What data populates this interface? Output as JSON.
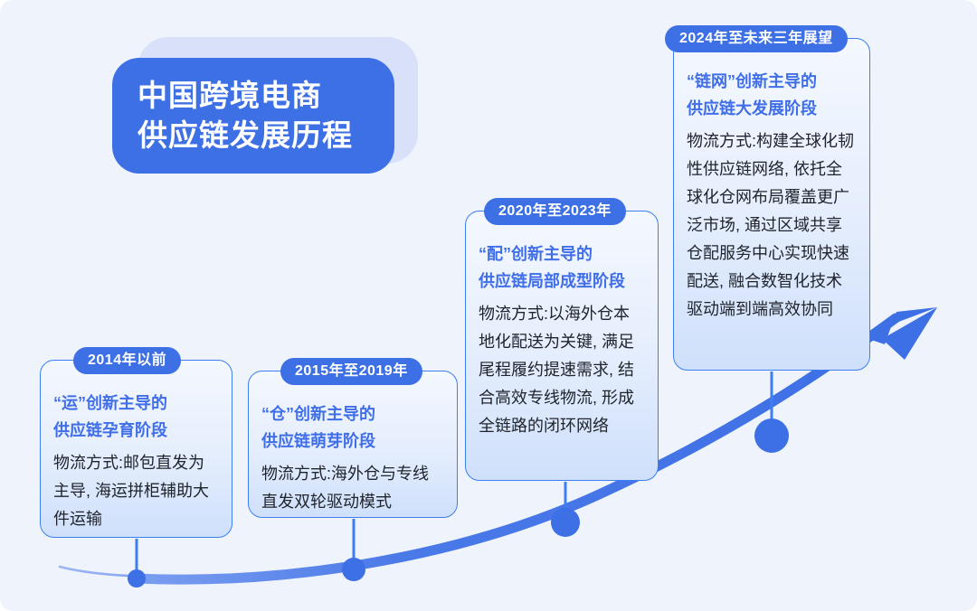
{
  "background_color": "#eff4fc",
  "accent_color": "#3d6fe5",
  "heading_color": "#3f6ee8",
  "title": {
    "line1": "中国跨境电商",
    "line2": "供应链发展历程"
  },
  "timeline": {
    "arrow_name": "growth-arrow",
    "stages": [
      {
        "badge": "2014年以前",
        "heading_line1": "“运”创新主导的",
        "heading_line2": "供应链孕育阶段",
        "body": "物流方式:邮包直发为主导, 海运拼柜辅助大件运输"
      },
      {
        "badge": "2015年至2019年",
        "heading_line1": "“仓”创新主导的",
        "heading_line2": "供应链萌芽阶段",
        "body": "物流方式:海外仓与专线直发双轮驱动模式"
      },
      {
        "badge": "2020年至2023年",
        "heading_line1": "“配”创新主导的",
        "heading_line2": "供应链局部成型阶段",
        "body": "物流方式:以海外仓本地化配送为关键, 满足尾程履约提速需求, 结合高效专线物流, 形成全链路的闭环网络"
      },
      {
        "badge": "2024年至未来三年展望",
        "heading_line1": "“链网”创新主导的",
        "heading_line2": "供应链大发展阶段",
        "body": "物流方式:构建全球化韧性供应链网络, 依托全球化仓网布局覆盖更广泛市场, 通过区域共享仓配服务中心实现快速配送, 融合数智化技术驱动端到端高效协同"
      }
    ]
  }
}
